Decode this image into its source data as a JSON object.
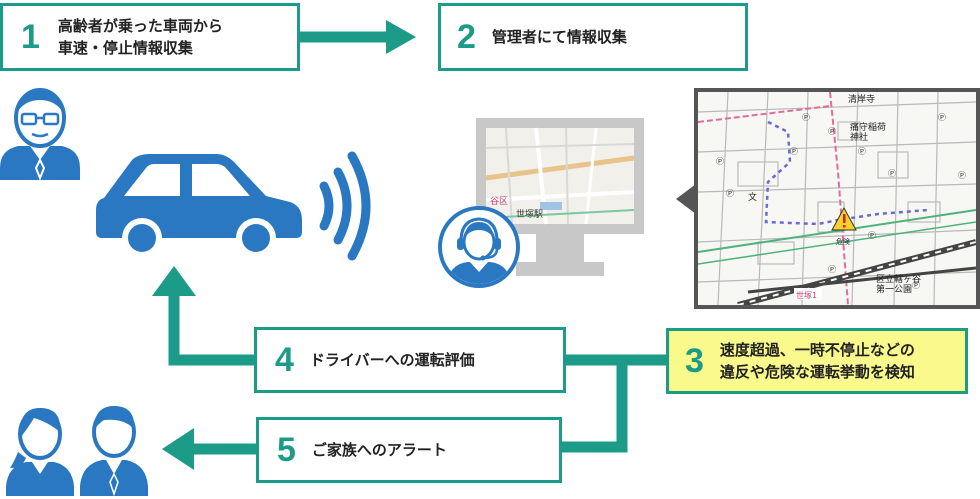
{
  "steps": [
    {
      "number": "1",
      "text": "高齢者が乗った車両から\n車速・停止情報収集"
    },
    {
      "number": "2",
      "text": "管理者にて情報収集"
    },
    {
      "number": "3",
      "text": "速度超過、一時不停止などの\n違反や危険な運転挙動を検知"
    },
    {
      "number": "4",
      "text": "ドライバーへの運転評価"
    },
    {
      "number": "5",
      "text": "ご家族へのアラート"
    }
  ],
  "map_labels": {
    "temple": "清岸寺",
    "shrine": "痛守稲荷\n神社",
    "school": "文",
    "warning": "危険",
    "park": "区立轄ヶ谷\n第一公園",
    "station": "世塚1"
  },
  "monitor_map_labels": {
    "station": "世塚駅",
    "area": "谷区"
  },
  "colors": {
    "accent": "#1b9b88",
    "icon_blue": "#2a78c2",
    "highlight_yellow": "#fafa8c"
  }
}
